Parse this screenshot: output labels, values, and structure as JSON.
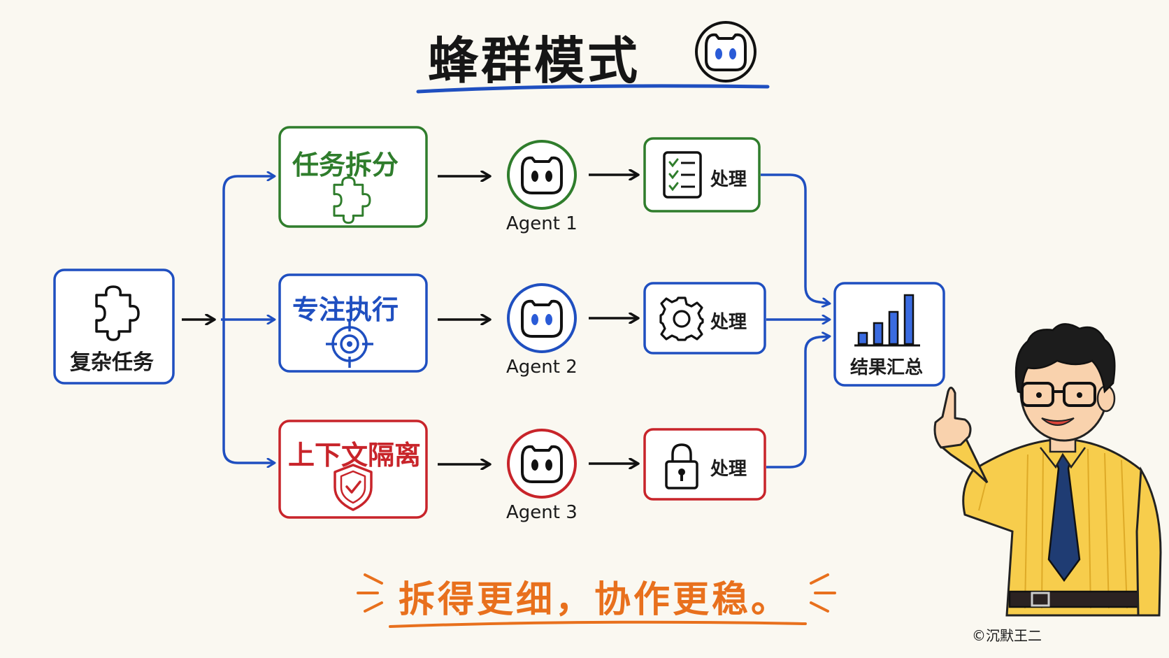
{
  "title": "蜂群模式",
  "source_task": {
    "label": "复杂任务",
    "icon": "puzzle-icon"
  },
  "branches": [
    {
      "label": "任务拆分",
      "icon": "puzzle-icon",
      "color": "#2f7d2c",
      "agent": "Agent 1",
      "process_label": "处理",
      "process_icon": "checklist-icon"
    },
    {
      "label": "专注执行",
      "icon": "target-icon",
      "color": "#1f4fc0",
      "agent": "Agent 2",
      "process_label": "处理",
      "process_icon": "gear-icon"
    },
    {
      "label": "上下文隔离",
      "icon": "shield-check-icon",
      "color": "#c8242a",
      "agent": "Agent 3",
      "process_label": "处理",
      "process_icon": "lock-icon"
    }
  ],
  "result": {
    "label": "结果汇总",
    "icon": "bar-chart-icon"
  },
  "slogan": "拆得更细，协作更稳。",
  "credit": "©沉默王二",
  "colors": {
    "accent_blue": "#1f4fc0",
    "accent_orange": "#e8701d",
    "background": "#faf8f1"
  }
}
